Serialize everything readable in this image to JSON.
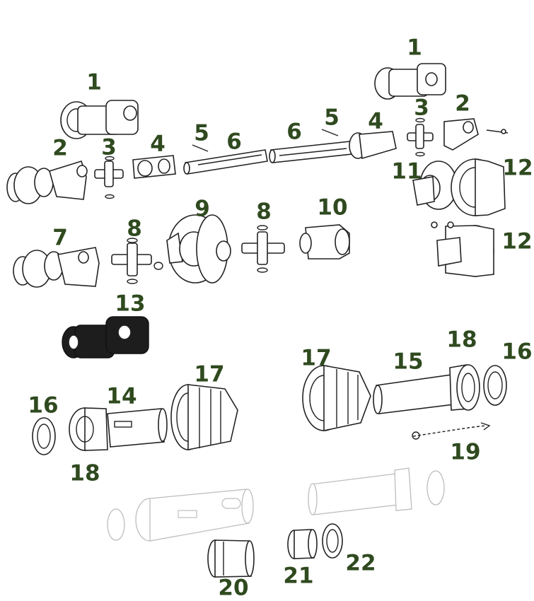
{
  "colors": {
    "label": "#2f4a1f",
    "line": "#222222",
    "ghost": "#bdbdbd"
  },
  "labels": [
    "1",
    "1",
    "2",
    "2",
    "3",
    "3",
    "4",
    "4",
    "5",
    "5",
    "6",
    "6",
    "7",
    "8",
    "8",
    "9",
    "10",
    "11",
    "12",
    "12",
    "13",
    "14",
    "15",
    "16",
    "16",
    "17",
    "17",
    "18",
    "18",
    "19",
    "20",
    "21",
    "22"
  ]
}
